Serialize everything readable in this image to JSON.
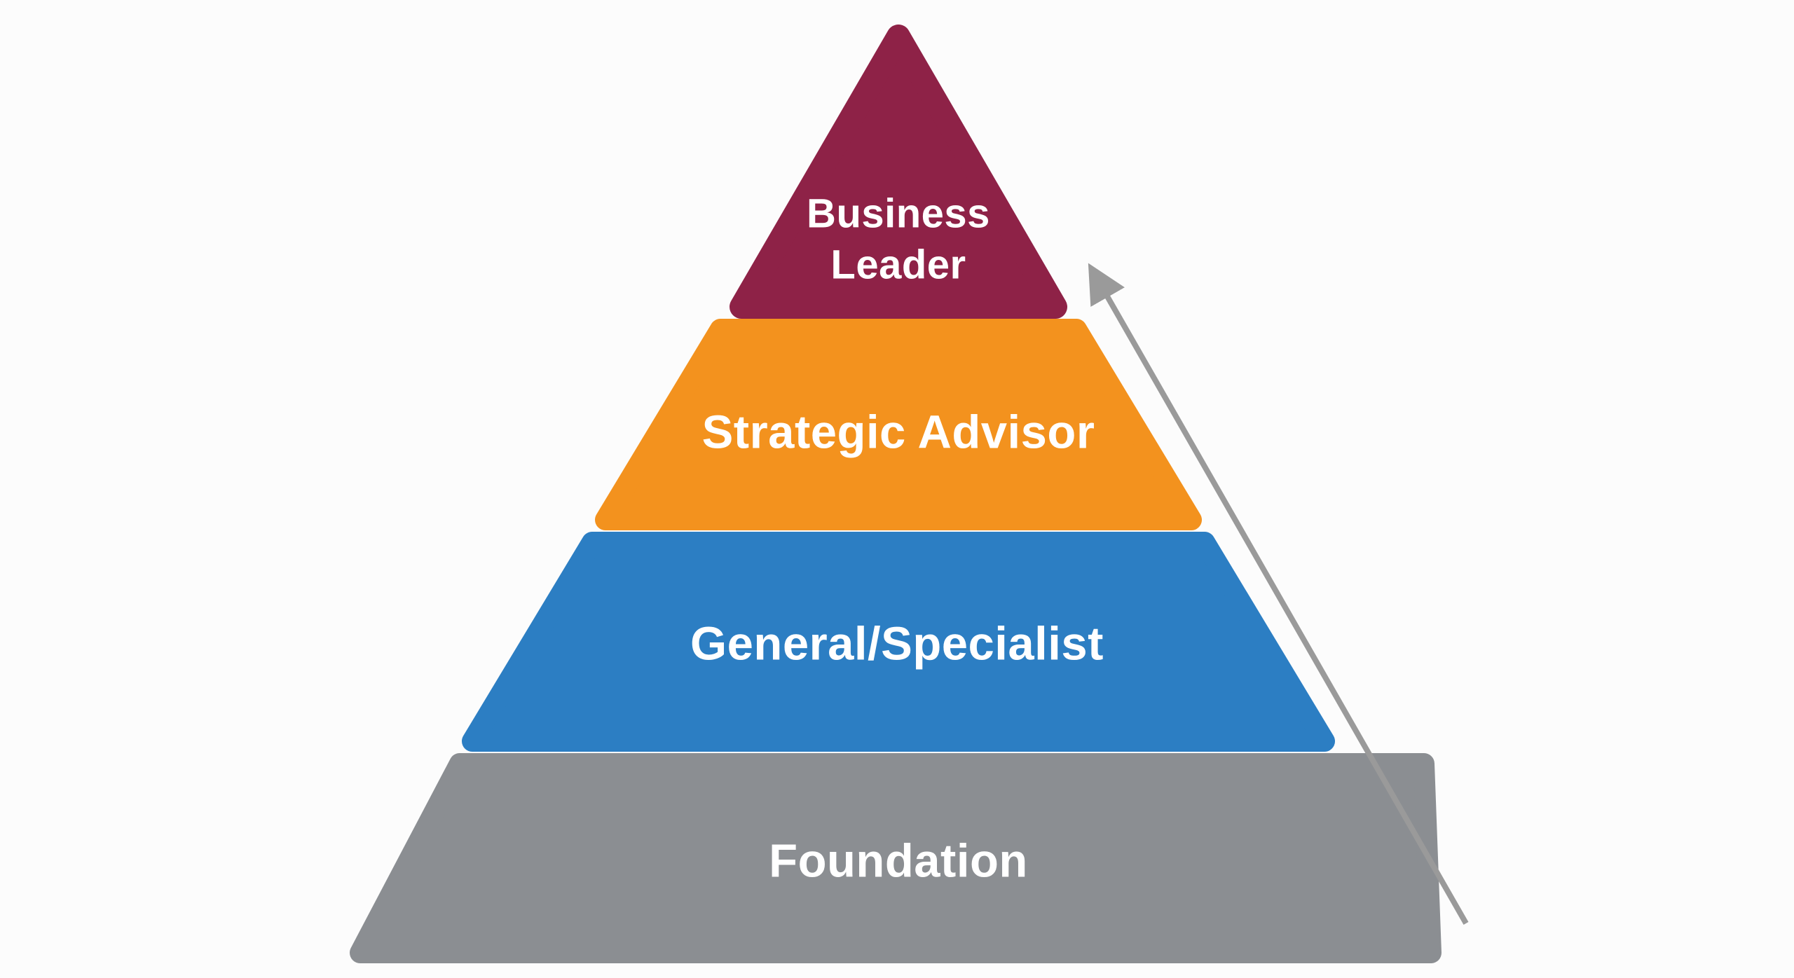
{
  "diagram": {
    "type": "pyramid",
    "description": "Four-level career progression pyramid with upward arrow",
    "background_color": "#FCFCFC",
    "text_color": "#FFFFFF",
    "levels": [
      {
        "rank": 1,
        "position": "top",
        "label": "Business Leader",
        "label_lines": [
          "Business",
          "Leader"
        ],
        "color": "#8E2247"
      },
      {
        "rank": 2,
        "position": "upper-middle",
        "label": "Strategic Advisor",
        "color": "#F3921E"
      },
      {
        "rank": 3,
        "position": "lower-middle",
        "label": "General/Specialist",
        "color": "#2C7EC3"
      },
      {
        "rank": 4,
        "position": "base",
        "label": "Foundation",
        "color": "#8B8E92"
      }
    ],
    "arrow": {
      "color": "#9A9A9A",
      "direction": "up"
    }
  }
}
